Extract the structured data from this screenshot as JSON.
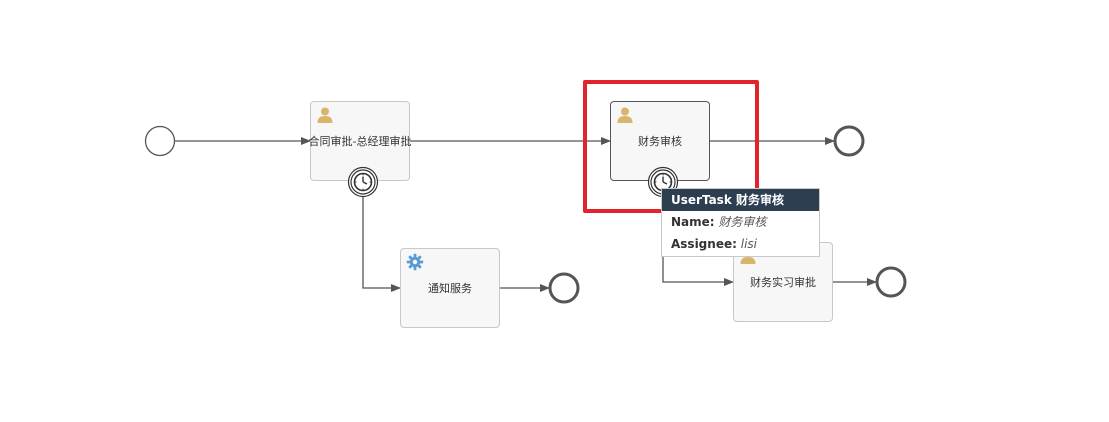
{
  "diagram": {
    "tasks": {
      "contract_approval": {
        "label": "合同审批-总经理审批",
        "kind": "user"
      },
      "finance_review": {
        "label": "财务审核",
        "kind": "user"
      },
      "notify_service": {
        "label": "通知服务",
        "kind": "service"
      },
      "finance_intern_approval": {
        "label": "财务实习审批",
        "kind": "user"
      }
    },
    "tooltip": {
      "type": "UserTask",
      "title": "财务审核",
      "name_label": "Name:",
      "name_value": "财务审核",
      "assignee_label": "Assignee:",
      "assignee_value": "lisi"
    },
    "colors": {
      "flow_line": "#555555",
      "user_icon": "#d9b56a",
      "service_icon": "#5b9bd5",
      "highlight": "#e3232c",
      "tooltip_header": "#2c3e50"
    }
  }
}
